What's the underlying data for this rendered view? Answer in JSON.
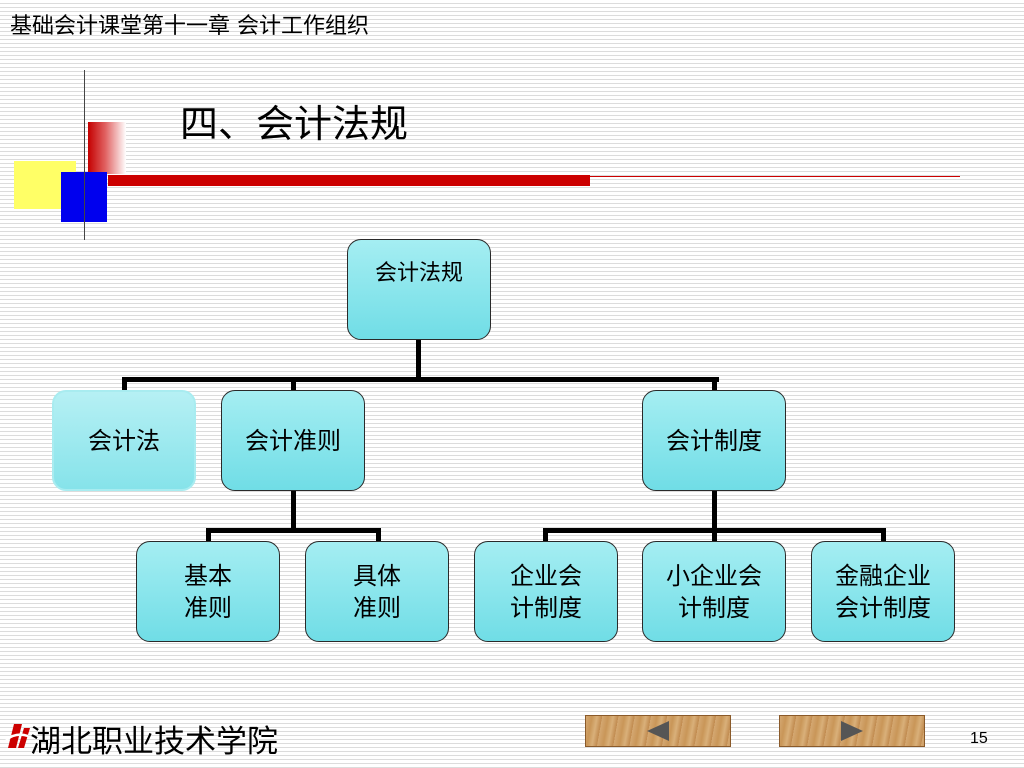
{
  "header": {
    "title": "基础会计课堂第十一章  会计工作组织"
  },
  "slide": {
    "title": "四、会计法规"
  },
  "diagram": {
    "root": "会计法规",
    "level1": [
      "会计法",
      "会计准则",
      "会计制度"
    ],
    "standards_children": [
      [
        "基本",
        "准则"
      ],
      [
        "具体",
        "准则"
      ]
    ],
    "systems_children": [
      [
        "企业会",
        "计制度"
      ],
      [
        "小企业会",
        "计制度"
      ],
      [
        "金融企业",
        "会计制度"
      ]
    ]
  },
  "footer": {
    "school": "湖北职业技术学院",
    "prev_icon": "left-arrow-icon",
    "next_icon": "right-arrow-icon",
    "page_number": "15"
  },
  "colors": {
    "node_fill": "#7fe3ea",
    "accent_red": "#cc0000",
    "accent_blue": "#0000ee",
    "accent_yellow": "#ffff66"
  }
}
